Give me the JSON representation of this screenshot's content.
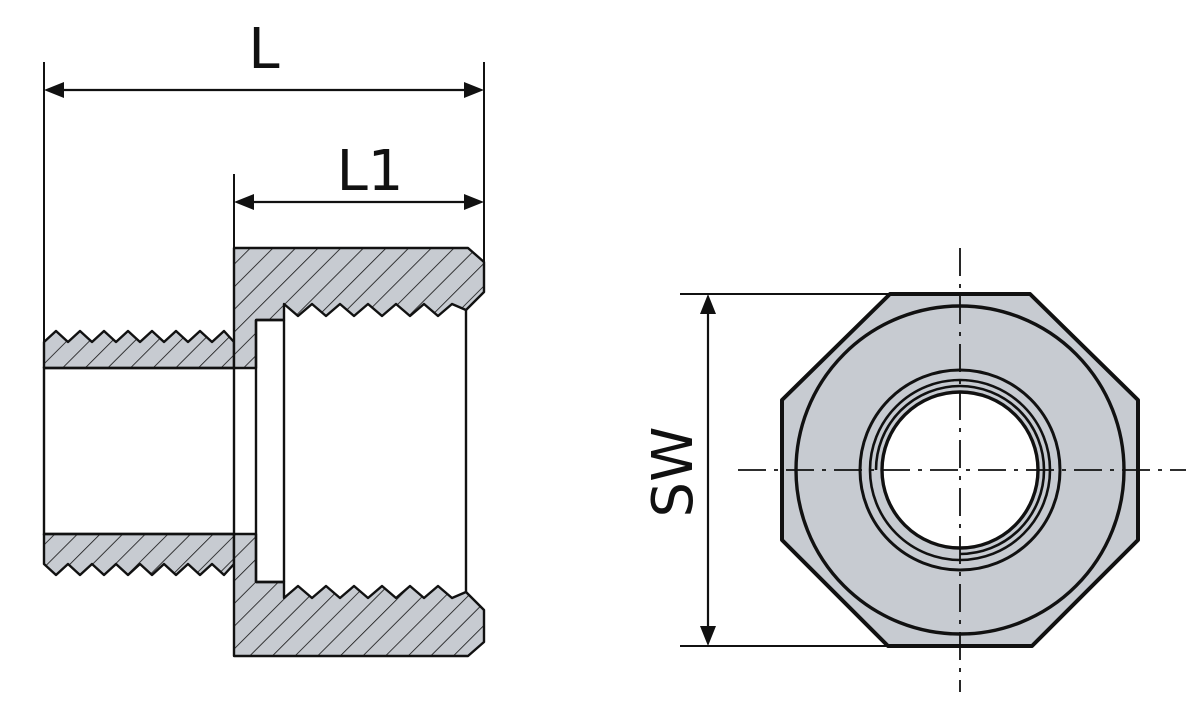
{
  "dimensions": {
    "overall_length_label": "L",
    "thread_length_label": "L1",
    "wrench_size_label": "SW"
  },
  "colors": {
    "body_fill": "#c7cbd1",
    "outline": "#111111",
    "background": "#ffffff"
  }
}
